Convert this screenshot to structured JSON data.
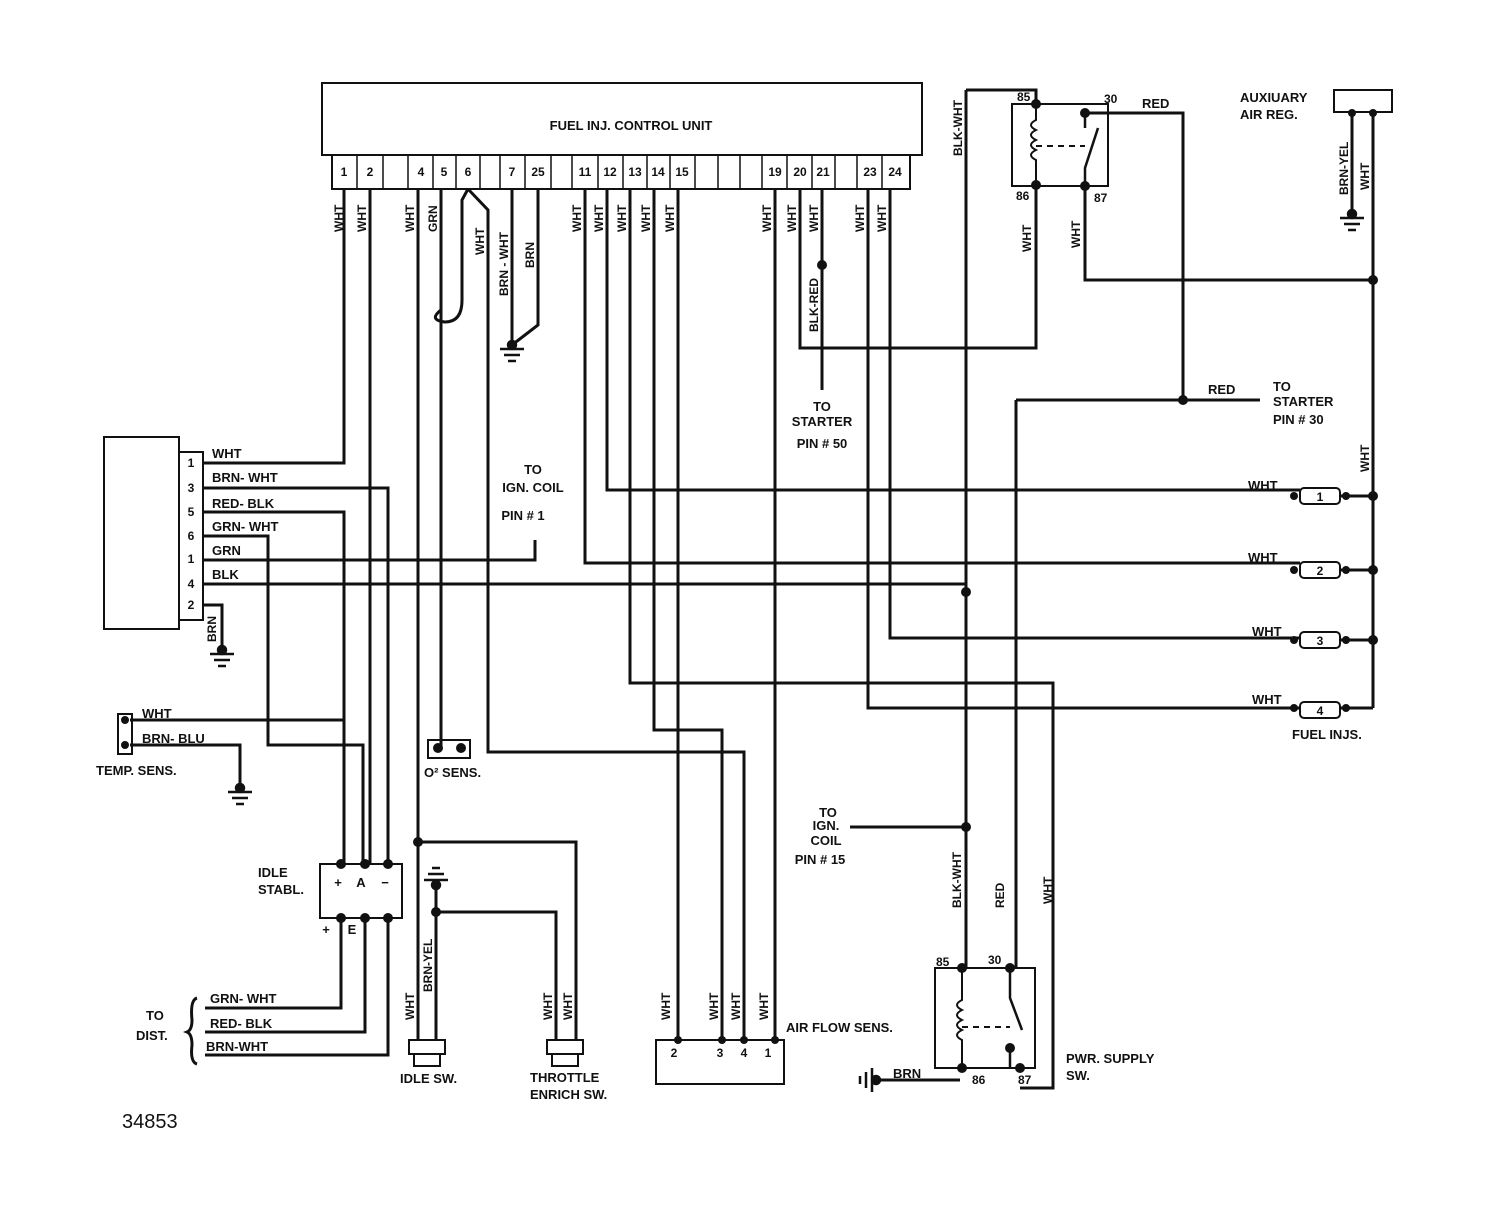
{
  "figure_number": "34853",
  "ecu": {
    "title": "FUEL INJ. CONTROL UNIT",
    "pins": [
      "1",
      "2",
      "4",
      "5",
      "6",
      "7",
      "25",
      "11",
      "12",
      "13",
      "14",
      "15",
      "19",
      "20",
      "21",
      "23",
      "24"
    ]
  },
  "ecu_wires": [
    "WHT",
    "WHT",
    "WHT",
    "GRN",
    "WHT",
    "BRN - WHT",
    "BRN",
    "WHT",
    "WHT",
    "WHT",
    "WHT",
    "WHT",
    "WHT",
    "WHT",
    "WHT",
    "WHT",
    "WHT",
    "BLK-RED"
  ],
  "distributor_connector": {
    "pins": [
      "1",
      "3",
      "5",
      "6",
      "1",
      "4",
      "2"
    ],
    "wires": [
      "WHT",
      "BRN- WHT",
      "RED- BLK",
      "GRN- WHT",
      "GRN",
      "BLK"
    ],
    "ground_wire": "BRN"
  },
  "labels": {
    "ign_coil_pin1": [
      "TO",
      "IGN. COIL",
      "PIN # 1"
    ],
    "starter_pin50": [
      "TO",
      "STARTER",
      "PIN # 50"
    ],
    "starter_pin30": [
      "TO",
      "STARTER",
      "PIN # 30"
    ],
    "ign_coil_pin15": [
      "TO",
      "IGN.",
      "COIL",
      "PIN # 15"
    ],
    "aux_air_reg": [
      "AUXIUARY",
      "AIR REG."
    ],
    "temp_sens": "TEMP. SENS.",
    "o2_sens": "O² SENS.",
    "idle_stabl": [
      "IDLE",
      "STABL."
    ],
    "to_dist": [
      "TO",
      "DIST."
    ],
    "idle_sw": "IDLE SW.",
    "throttle_sw": [
      "THROTTLE",
      "ENRICH SW."
    ],
    "air_flow_sens": "AIR FLOW SENS.",
    "pwr_supply_sw": [
      "PWR. SUPPLY",
      "SW."
    ],
    "fuel_injs": "FUEL INJS."
  },
  "temp_sensor_wires": [
    "WHT",
    "BRN- BLU"
  ],
  "idle_stabilizer": {
    "top_terminals": [
      "+",
      "A",
      "−"
    ],
    "bottom_terminals": [
      "+",
      "E"
    ]
  },
  "distributor_wires": [
    "GRN- WHT",
    "RED- BLK",
    "BRN-WHT"
  ],
  "idle_switch_wires": [
    "WHT",
    "BRN-YEL"
  ],
  "throttle_switch_wires": [
    "WHT",
    "WHT"
  ],
  "air_flow_sensor": {
    "pins": [
      "2",
      "3",
      "4",
      "1"
    ],
    "wires": [
      "WHT",
      "WHT",
      "WHT",
      "WHT"
    ]
  },
  "main_relay": {
    "terminals": [
      "85",
      "30",
      "86",
      "87"
    ],
    "wires": [
      "BLK-WHT",
      "RED",
      "WHT",
      "WHT"
    ]
  },
  "aux_air_reg_wires": [
    "BRN-YEL",
    "WHT"
  ],
  "power_supply_relay": {
    "terminals": [
      "85",
      "30",
      "86",
      "87"
    ],
    "wires": [
      "BLK-WHT",
      "RED",
      "WHT"
    ],
    "ground_wire": "BRN"
  },
  "starter30_wire": "RED",
  "injector_feed_wire": "WHT",
  "injectors": [
    {
      "number": "1",
      "wire": "WHT"
    },
    {
      "number": "2",
      "wire": "WHT"
    },
    {
      "number": "3",
      "wire": "WHT"
    },
    {
      "number": "4",
      "wire": "WHT"
    }
  ]
}
